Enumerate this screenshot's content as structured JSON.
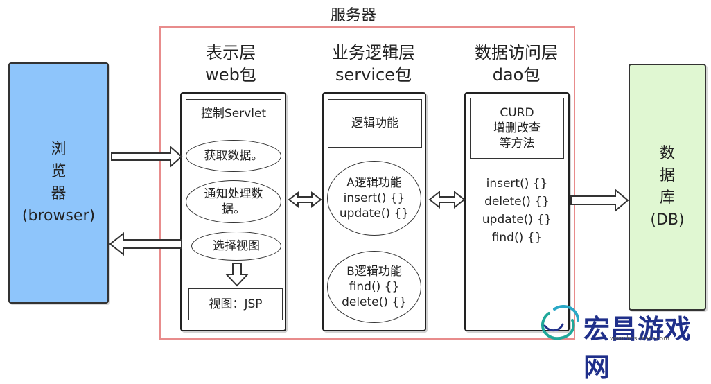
{
  "server": {
    "title": "服务器"
  },
  "browser": {
    "label": "浏\n览\n器\n(browser)"
  },
  "database": {
    "label": "数\n据\n库\n(DB)"
  },
  "layers": {
    "web": {
      "title_line1": "表示层",
      "title_line2": "web包",
      "controller": "控制Servlet",
      "steps": [
        "获取数据。",
        "通知处理数\n据。",
        "选择视图"
      ],
      "view": "视图：JSP"
    },
    "service": {
      "title_line1": "业务逻辑层",
      "title_line2": "service包",
      "header": "逻辑功能",
      "a_block": {
        "title": "A逻辑功能",
        "methods": [
          "insert() {}",
          "update() {}"
        ]
      },
      "b_block": {
        "title": "B逻辑功能",
        "methods": [
          "find() {}",
          "delete() {}"
        ]
      }
    },
    "dao": {
      "title_line1": "数据访问层",
      "title_line2": "dao包",
      "header": "CURD\n增删改查\n等方法",
      "methods": [
        "insert() {}",
        "delete() {}",
        "update() {}",
        "find() {}"
      ]
    }
  },
  "watermark": {
    "brand": "宏昌游戏网",
    "url": "www.hcs-laser.com"
  }
}
